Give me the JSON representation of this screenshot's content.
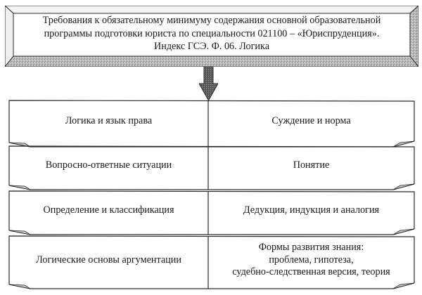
{
  "header": {
    "lines": [
      "Требования к обязательному минимуму содержания основной образовательной",
      "программы подготовки юриста по специальности 021100 – «Юриспруденция».",
      "Индекс ГСЭ. Ф. 06. Логика"
    ]
  },
  "arrow": {
    "direction": "down",
    "icon": "down-arrow-icon"
  },
  "rows": [
    {
      "left": "Логика и язык права",
      "right": [
        "Суждение и норма"
      ]
    },
    {
      "left": "Вопросно-ответные ситуации",
      "right": [
        "Понятие"
      ]
    },
    {
      "left": "Определение и классификация",
      "right": [
        "Дедукция, индукция и аналогия"
      ]
    },
    {
      "left": "Логические основы аргументации",
      "right": [
        "Формы развития знания:",
        "проблема, гипотеза,",
        "судебно-следственная версия, теория"
      ]
    }
  ],
  "colors": {
    "line": "#2a2a2a",
    "bevel_dark": "#8a8a8a",
    "bevel_light": "#d2d2d2",
    "fold": "#bdbdbd",
    "background": "#ffffff"
  }
}
